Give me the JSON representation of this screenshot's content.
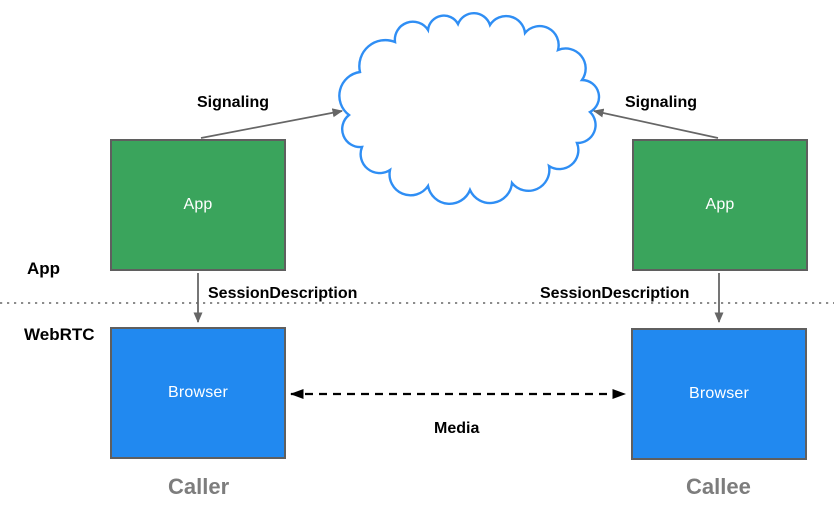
{
  "diagram": {
    "title_hint": "WebRTC JSEP signaling architecture",
    "lanes": {
      "top_label": "App",
      "bottom_label": "WebRTC"
    },
    "nodes": {
      "caller_app": {
        "label": "App"
      },
      "callee_app": {
        "label": "App"
      },
      "caller_browser": {
        "label": "Browser"
      },
      "callee_browser": {
        "label": "Browser"
      }
    },
    "edges": {
      "caller_signaling": {
        "label": "Signaling"
      },
      "callee_signaling": {
        "label": "Signaling"
      },
      "caller_session_description": {
        "label": "SessionDescription"
      },
      "callee_session_description": {
        "label": "SessionDescription"
      },
      "media": {
        "label": "Media"
      }
    },
    "captions": {
      "caller": "Caller",
      "callee": "Callee"
    },
    "icons": {
      "cloud": "signaling-cloud-icon"
    },
    "colors": {
      "app_box": "#3aa45c",
      "browser_box": "#2189f0",
      "cloud_stroke": "#2f8ef4",
      "box_border": "#5f5f5f",
      "arrow_gray": "#666666",
      "arrow_black": "#000000",
      "divider_dots": "#8c8c8c",
      "caption_text": "#7d7d7d",
      "label_text": "#000000",
      "box_text": "#ffffff"
    }
  }
}
